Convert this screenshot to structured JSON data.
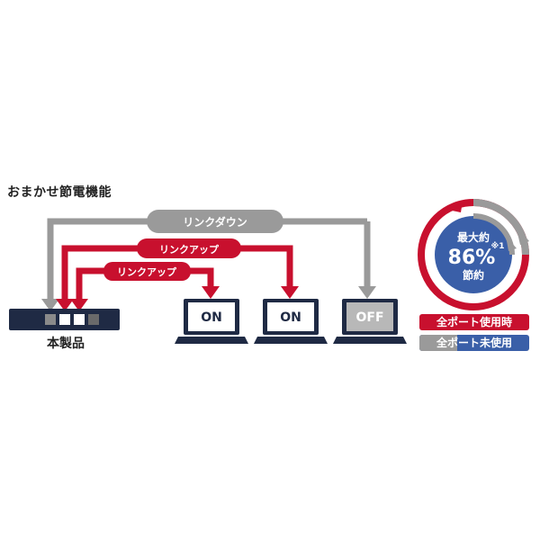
{
  "title": "おまかせ節電機能",
  "device": {
    "label": "本製品"
  },
  "links": {
    "down": "リンクダウン",
    "up1": "リンクアップ",
    "up2": "リンクアップ"
  },
  "laptops": [
    {
      "state": "ON"
    },
    {
      "state": "ON"
    },
    {
      "state": "OFF"
    }
  ],
  "savings": {
    "line1": "最大約",
    "percent": "86%",
    "note": "※1",
    "line3": "節約"
  },
  "legend": {
    "all_ports_used": "全ポート使用時",
    "all_ports_unused": "全ポート未使用"
  },
  "colors": {
    "red": "#c8102e",
    "gray": "#9a9a9a",
    "blue": "#3a5fa8",
    "navy": "#1f2a44"
  }
}
